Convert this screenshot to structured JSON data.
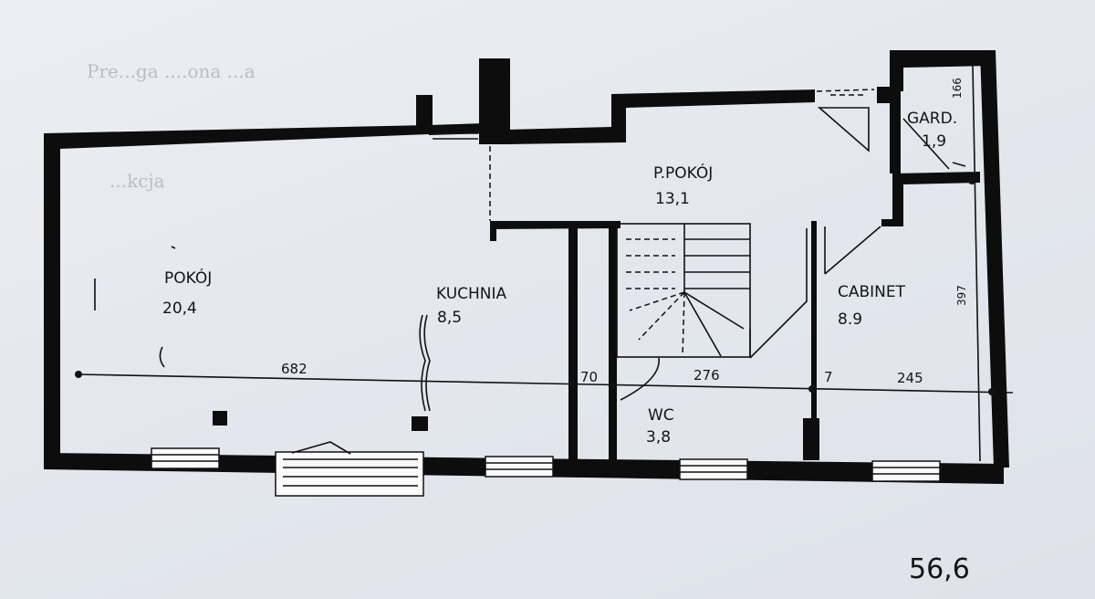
{
  "rooms": {
    "pokoj": {
      "name": "POKÓJ",
      "area": "20,4"
    },
    "kuchnia": {
      "name": "KUCHNIA",
      "area": "8,5"
    },
    "ppokoj": {
      "name": "P.POKÓJ",
      "area": "13,1"
    },
    "gard": {
      "name": "GARD.",
      "area": "1,9"
    },
    "cabinet": {
      "name": "CABINET",
      "area": "8.9"
    },
    "wc": {
      "name": "WC",
      "area": "3,8"
    }
  },
  "dimensions": {
    "d682": "682",
    "d70": "70",
    "d276": "276",
    "d7": "7",
    "d245": "245",
    "d397": "397",
    "d166": "166"
  },
  "total_area": "56,6",
  "ghost_text": {
    "line1": "Pre...ga ....ona ...a",
    "line2": "...kcja"
  }
}
